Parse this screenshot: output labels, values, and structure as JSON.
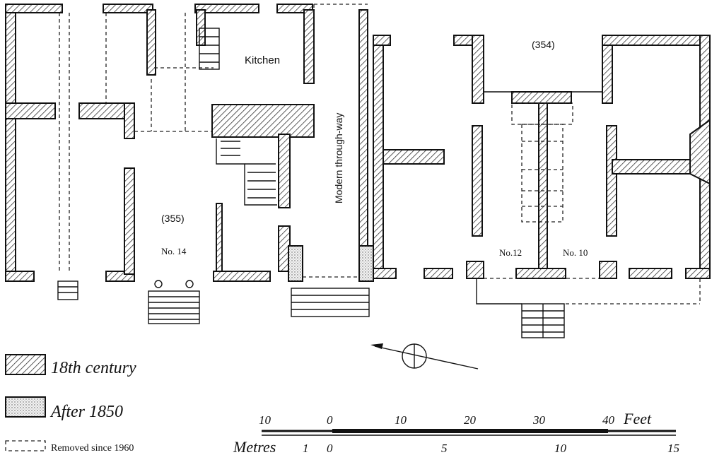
{
  "rooms": {
    "kitchen": "Kitchen",
    "through_way": "Modern through-way",
    "house_355": "(355)",
    "house_354": "(354)",
    "no14": "No. 14",
    "no12": "No.12",
    "no10": "No. 10"
  },
  "legend": {
    "c18": "18th century",
    "after1850": "After 1850",
    "removed": "Removed since 1960"
  },
  "scale": {
    "feet_unit": "Feet",
    "metres_unit": "Metres",
    "feet_ticks": [
      "10",
      "0",
      "10",
      "20",
      "30",
      "40"
    ],
    "metre_ticks": [
      "1",
      "0",
      "5",
      "10",
      "15"
    ]
  }
}
